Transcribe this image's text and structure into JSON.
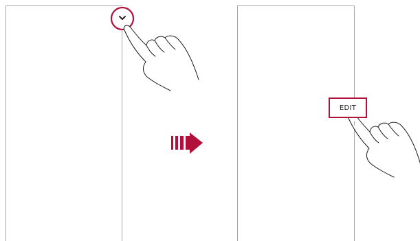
{
  "steps": [
    {
      "action": "tap",
      "target": "chevron-down-icon"
    },
    {
      "action": "tap",
      "target": "edit-button"
    }
  ],
  "edit_button": {
    "label": "EDIT"
  },
  "colors": {
    "accent": "#b0103a",
    "outline": "#a6a6a6",
    "hand_stroke": "#1a1a1a"
  },
  "icons": [
    "chevron-down-icon",
    "tap-hand-icon",
    "next-step-arrow-icon"
  ]
}
